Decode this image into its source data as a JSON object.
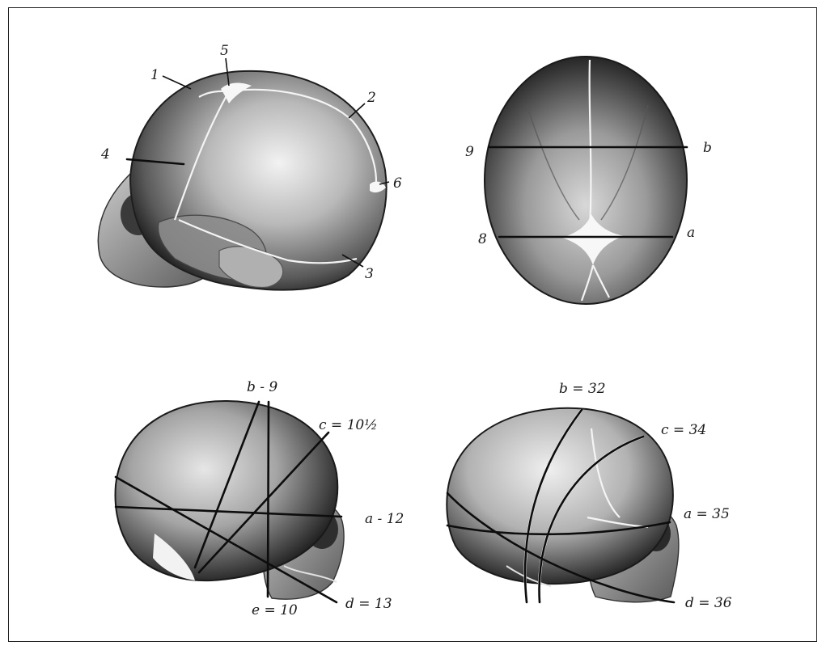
{
  "figures": {
    "side": {
      "labels": [
        "1",
        "2",
        "3",
        "4",
        "5",
        "6"
      ]
    },
    "top": {
      "labels": {
        "nine": "9",
        "b": "b",
        "eight": "8",
        "a": "a"
      }
    },
    "small_diameters": {
      "b": "b - 9",
      "c": "c = 10½",
      "a": "a - 12",
      "d": "d = 13",
      "e": "e = 10"
    },
    "circumferences": {
      "b": "b = 32",
      "c": "c = 34",
      "a": "a = 35",
      "d": "d = 36"
    }
  },
  "colors": {
    "ink": "#111111",
    "bone_dark": "#2a2a2a",
    "bone_light": "#dcdcdc",
    "suture": "#f4f4f4"
  }
}
